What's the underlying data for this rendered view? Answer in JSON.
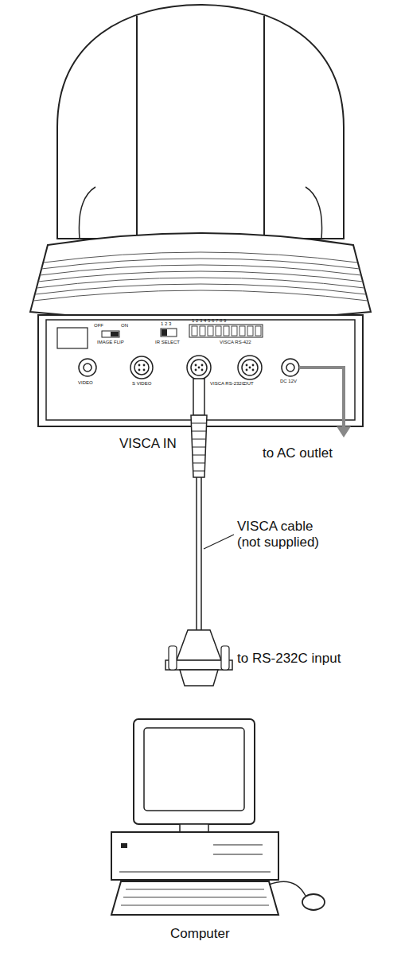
{
  "diagram": {
    "labels": [
      "VISCA IN",
      "to AC outlet",
      "VISCA cable (not supplied)",
      "to RS-232C input",
      "Computer",
      "OFF",
      "ON",
      "IMAGE FLIP",
      "1 2 3",
      "IR SELECT",
      "1 2 3 4 5 6 7 8 9",
      "VISCA RS-422",
      "VIDEO",
      "S VIDEO",
      "VISCA RS-232C",
      "OUT",
      "DC 12V"
    ]
  }
}
